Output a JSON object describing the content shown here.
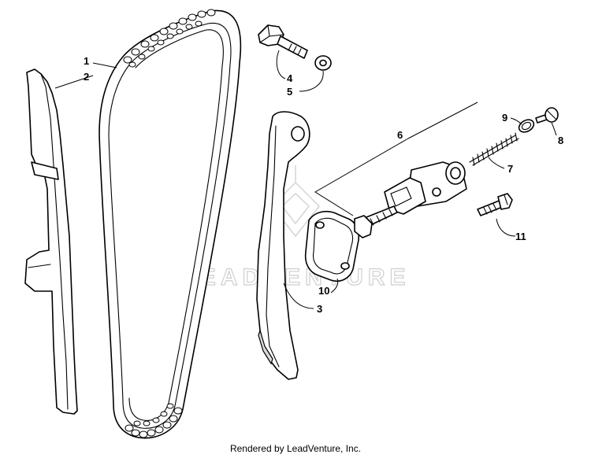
{
  "diagram": {
    "callouts": {
      "c1": "1",
      "c2": "2",
      "c3": "3",
      "c4": "4",
      "c5": "5",
      "c6": "6",
      "c7": "7",
      "c8": "8",
      "c9": "9",
      "c10": "10",
      "c11": "11"
    },
    "watermark": "LEADVENTURE"
  },
  "footer": {
    "text": "Rendered by LeadVenture, Inc."
  }
}
